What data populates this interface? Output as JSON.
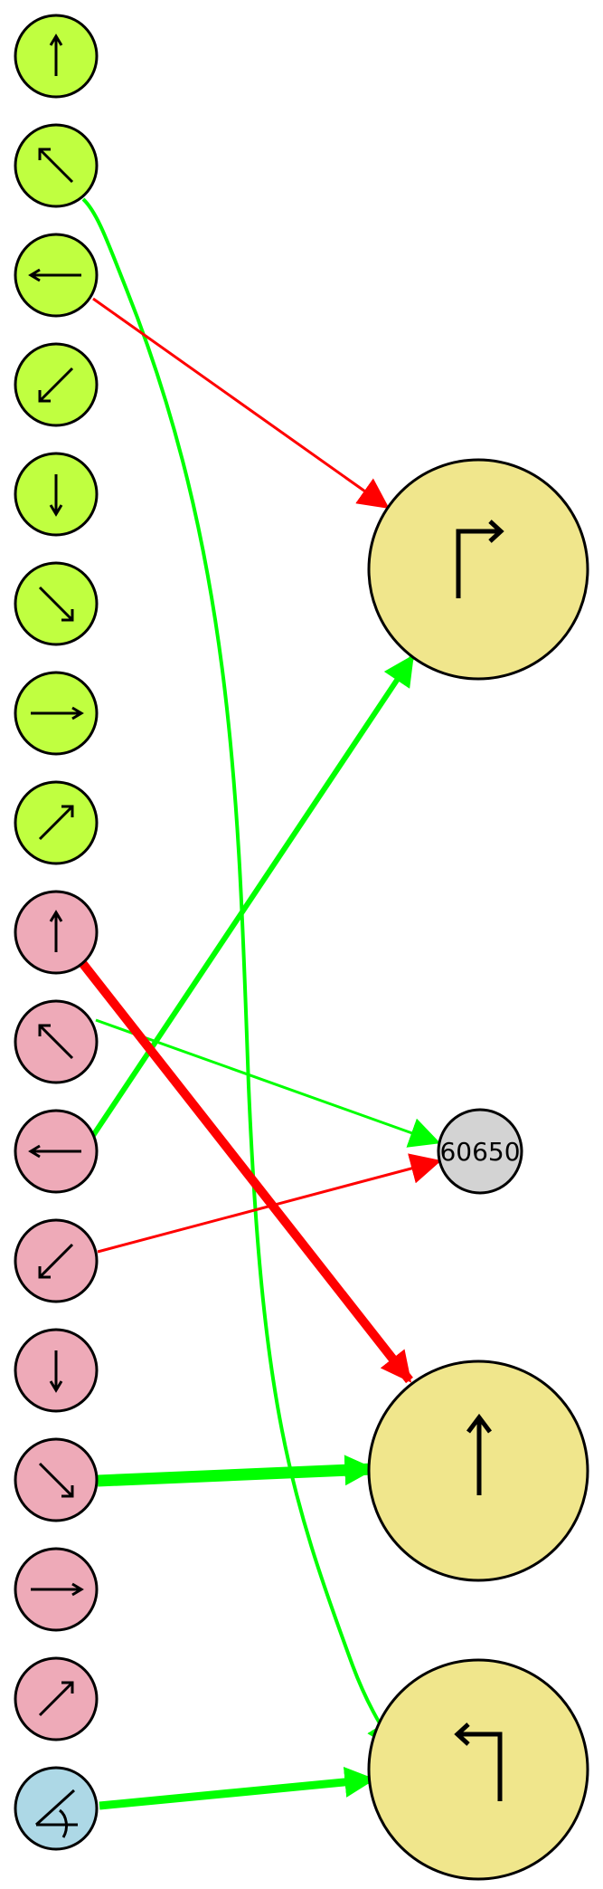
{
  "colors": {
    "green_node": "#c0ff40",
    "pink_node": "#eeaab8",
    "blue_node": "#add8e6",
    "yellow_node": "#f0e68c",
    "gray_node": "#d3d3d3",
    "green_edge": "#00ff00",
    "red_edge": "#ff0000"
  },
  "nodes": {
    "g_up": {
      "kind": "source",
      "color": "green",
      "icon": "arrow-up-icon"
    },
    "g_ul": {
      "kind": "source",
      "color": "green",
      "icon": "arrow-up-left-icon"
    },
    "g_left": {
      "kind": "source",
      "color": "green",
      "icon": "arrow-left-icon"
    },
    "g_dl": {
      "kind": "source",
      "color": "green",
      "icon": "arrow-down-left-icon"
    },
    "g_down": {
      "kind": "source",
      "color": "green",
      "icon": "arrow-down-icon"
    },
    "g_dr": {
      "kind": "source",
      "color": "green",
      "icon": "arrow-down-right-icon"
    },
    "g_right": {
      "kind": "source",
      "color": "green",
      "icon": "arrow-right-icon"
    },
    "g_ur": {
      "kind": "source",
      "color": "green",
      "icon": "arrow-up-right-icon"
    },
    "p_up": {
      "kind": "source",
      "color": "pink",
      "icon": "arrow-up-icon"
    },
    "p_ul": {
      "kind": "source",
      "color": "pink",
      "icon": "arrow-up-left-icon"
    },
    "p_left": {
      "kind": "source",
      "color": "pink",
      "icon": "arrow-left-icon"
    },
    "p_dl": {
      "kind": "source",
      "color": "pink",
      "icon": "arrow-down-left-icon"
    },
    "p_down": {
      "kind": "source",
      "color": "pink",
      "icon": "arrow-down-icon"
    },
    "p_dr": {
      "kind": "source",
      "color": "pink",
      "icon": "arrow-down-right-icon"
    },
    "p_right": {
      "kind": "source",
      "color": "pink",
      "icon": "arrow-right-icon"
    },
    "p_ur": {
      "kind": "source",
      "color": "pink",
      "icon": "arrow-up-right-icon"
    },
    "b_angle": {
      "kind": "source",
      "color": "blue",
      "icon": "angle-icon"
    },
    "y_turn_right": {
      "kind": "target",
      "color": "yellow",
      "icon": "turn-right-arrow-icon"
    },
    "gray_label": {
      "kind": "target",
      "color": "gray",
      "label": "60650"
    },
    "y_up": {
      "kind": "target",
      "color": "yellow",
      "icon": "arrow-up-icon"
    },
    "y_turn_left": {
      "kind": "target",
      "color": "yellow",
      "icon": "turn-left-arrow-icon"
    }
  },
  "edges": [
    {
      "from": "g_ul",
      "to": "y_turn_left",
      "color": "green",
      "weight": "medium"
    },
    {
      "from": "g_left",
      "to": "y_turn_right",
      "color": "red",
      "weight": "thin"
    },
    {
      "from": "p_left",
      "to": "y_turn_right",
      "color": "green",
      "weight": "thick"
    },
    {
      "from": "p_ul",
      "to": "gray_label",
      "color": "green",
      "weight": "thin"
    },
    {
      "from": "p_dl",
      "to": "gray_label",
      "color": "red",
      "weight": "thin"
    },
    {
      "from": "p_up",
      "to": "y_up",
      "color": "red",
      "weight": "heavy"
    },
    {
      "from": "p_dr",
      "to": "y_up",
      "color": "green",
      "weight": "heavy"
    },
    {
      "from": "b_angle",
      "to": "y_turn_left",
      "color": "green",
      "weight": "heavy"
    }
  ]
}
